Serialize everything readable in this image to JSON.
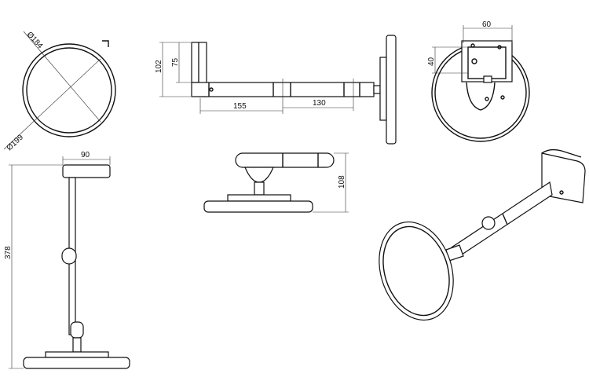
{
  "title": "Wall-mounted mirror lamp technical drawing",
  "dimensions": {
    "inner_diameter": "Ø184",
    "outer_diameter": "Ø199",
    "bracket_height_total": "102",
    "bracket_height": "75",
    "arm_segment_1": "155",
    "arm_segment_2": "130",
    "plate_width": "60",
    "plate_height": "40",
    "front_plate_width": "90",
    "total_height": "378",
    "folded_depth": "108"
  }
}
